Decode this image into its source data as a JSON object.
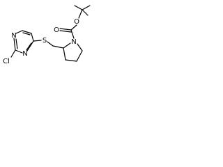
{
  "atoms": {
    "chlorine": "Cl",
    "pyrimidine_n_top": "N",
    "pyrimidine_n_bottom": "N",
    "sulfur": "S",
    "pyrrolidine_n": "N",
    "carbonyl_o": "O",
    "ester_o": "O"
  }
}
